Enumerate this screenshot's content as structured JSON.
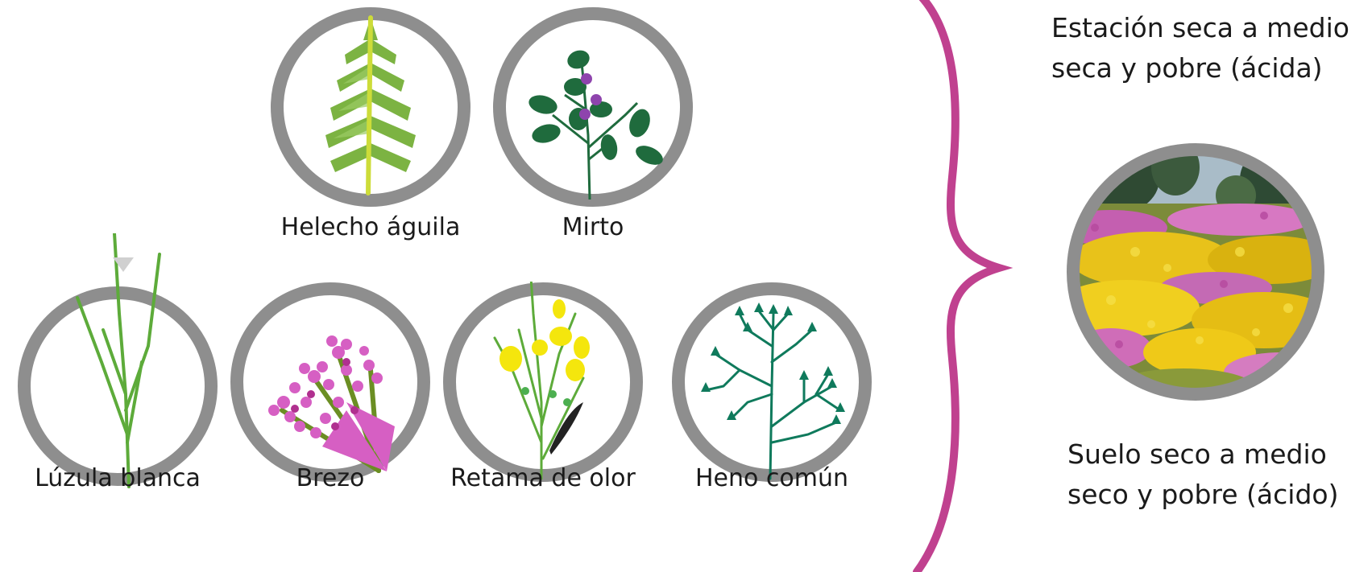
{
  "plants": {
    "helecho": {
      "label": "Helecho águila",
      "icon": "bracken-fern-icon"
    },
    "mirto": {
      "label": "Mirto",
      "icon": "myrtle-icon"
    },
    "luzula": {
      "label": "Lúzula blanca",
      "icon": "white-woodrush-icon"
    },
    "brezo": {
      "label": "Brezo",
      "icon": "heather-icon"
    },
    "retama": {
      "label": "Retama de olor",
      "icon": "broom-icon"
    },
    "heno": {
      "label": "Heno común",
      "icon": "common-bent-grass-icon"
    }
  },
  "station": {
    "line1": "Estación seca a medio",
    "line2": "seca y pobre (ácida)"
  },
  "soil": {
    "line1": "Suelo seco a medio",
    "line2": "seco y pobre (ácido)"
  },
  "colors": {
    "ring": "#8e8e8e",
    "brace": "#c0418f",
    "fern": "#7cb342",
    "myrtle_leaf": "#1f6b3d",
    "myrtle_berry": "#8e44ad",
    "heather": "#d65fc3",
    "broom_flower": "#f4e60d",
    "bent_grass": "#0f7a5c",
    "woodrush": "#5dab3a"
  }
}
